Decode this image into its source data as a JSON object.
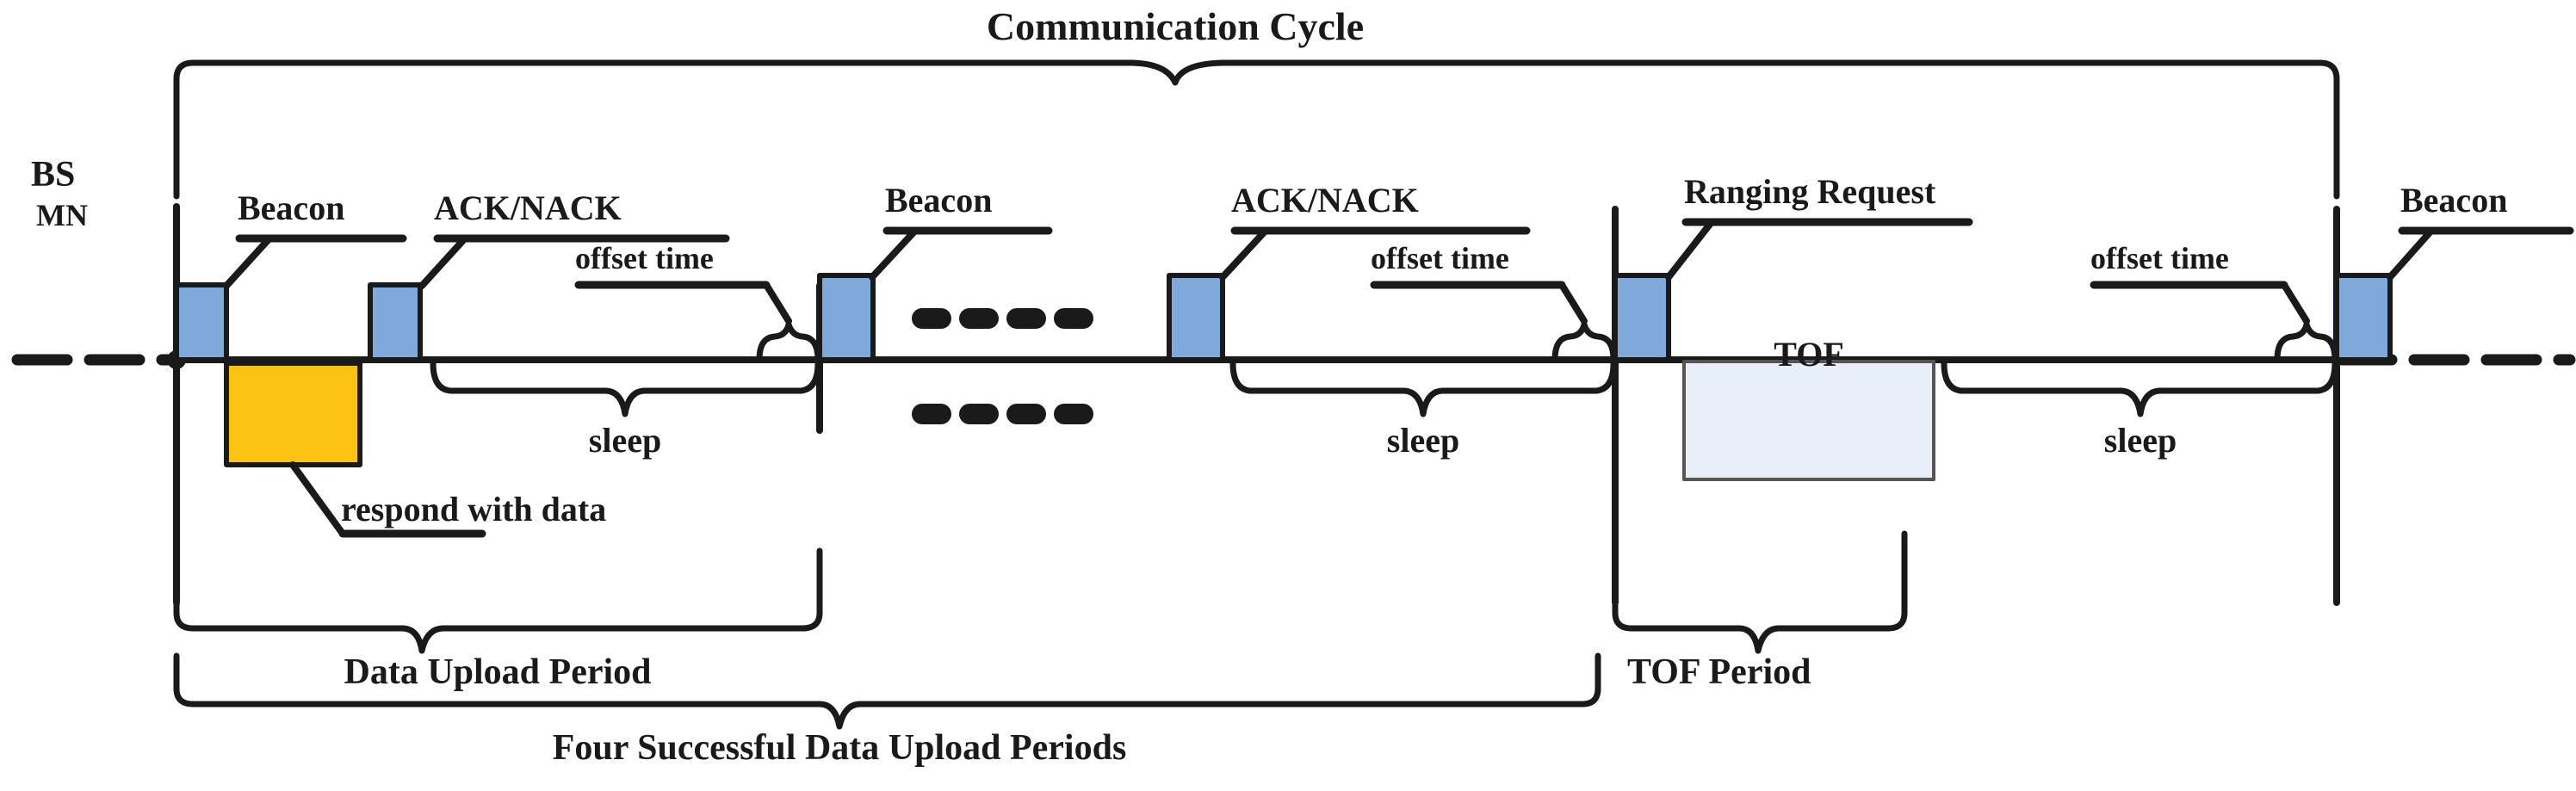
{
  "diagram": {
    "title": "Communication Cycle",
    "actors": {
      "base_station": "BS",
      "mobile_node": "MN"
    },
    "boxes": {
      "tof_label": "TOF"
    },
    "callouts": {
      "beacon": "Beacon",
      "ack_nack": "ACK/NACK",
      "offset_time": "offset time",
      "respond_with_data": "respond with data",
      "ranging_request": "Ranging Request",
      "sleep": "sleep"
    },
    "period_labels": {
      "data_upload_period": "Data Upload Period",
      "tof_period": "TOF Period",
      "four_successful": "Four Successful Data Upload Periods"
    },
    "ellipsis": "....",
    "colors": {
      "beacon_fill": "#7FA9DB",
      "data_fill": "#FDC313",
      "tof_fill": "#E9EFF8",
      "stroke": "#1a1a1a"
    },
    "events": [
      {
        "name": "beacon-1",
        "label": "Beacon",
        "type": "beacon"
      },
      {
        "name": "ack-1",
        "label": "ACK/NACK",
        "type": "beacon"
      },
      {
        "name": "data-1",
        "label": "respond with data",
        "type": "data"
      },
      {
        "name": "beacon-2",
        "label": "Beacon",
        "type": "beacon"
      },
      {
        "name": "ack-2",
        "label": "ACK/NACK",
        "type": "beacon"
      },
      {
        "name": "ranging-1",
        "label": "Ranging Request",
        "type": "beacon"
      },
      {
        "name": "tof-1",
        "label": "TOF",
        "type": "tof"
      },
      {
        "name": "beacon-3",
        "label": "Beacon",
        "type": "beacon"
      }
    ]
  }
}
